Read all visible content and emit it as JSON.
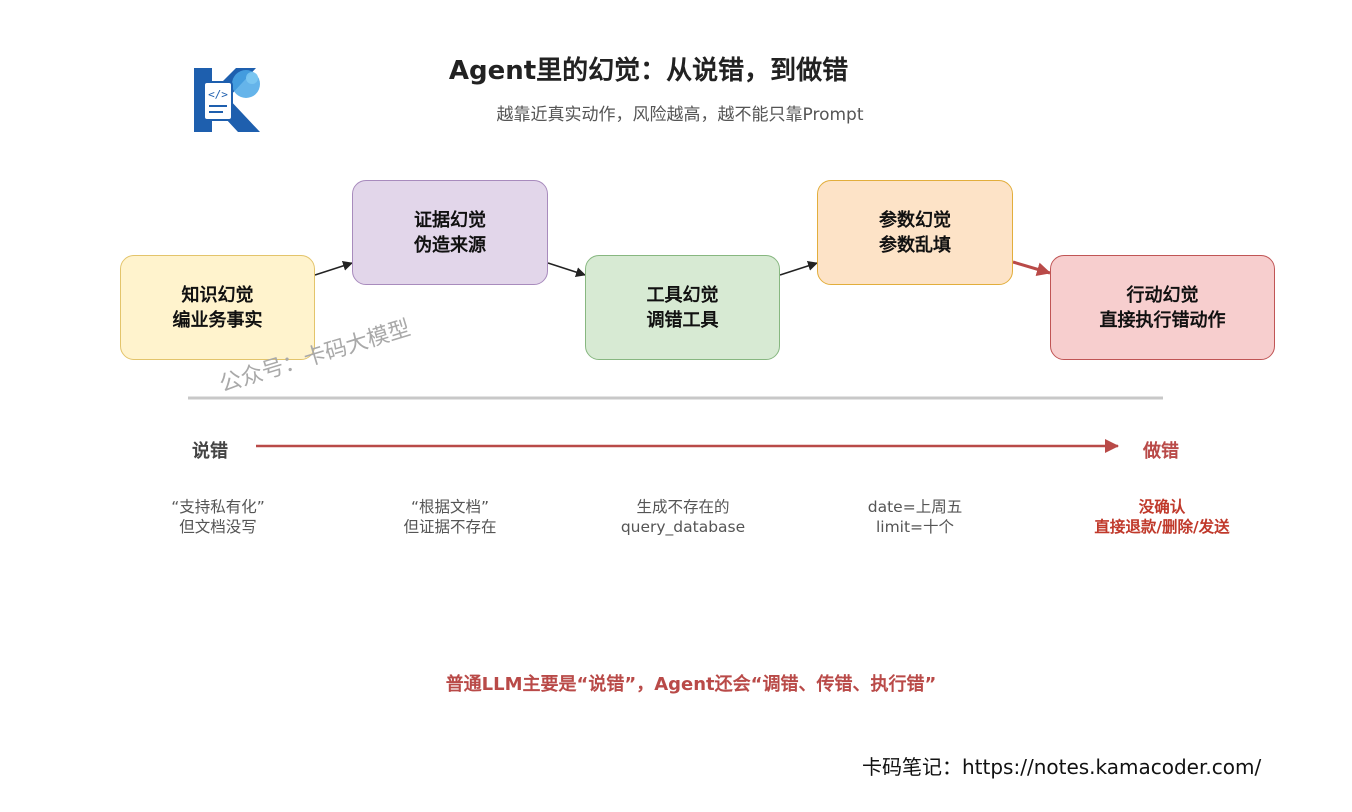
{
  "title": "Agent里的幻觉：从说错，到做错",
  "subtitle": "越靠近真实动作，风险越高，越不能只靠Prompt",
  "nodes": [
    {
      "line1": "知识幻觉",
      "line2": "编业务事实"
    },
    {
      "line1": "证据幻觉",
      "line2": "伪造来源"
    },
    {
      "line1": "工具幻觉",
      "line2": "调错工具"
    },
    {
      "line1": "参数幻觉",
      "line2": "参数乱填"
    },
    {
      "line1": "行动幻觉",
      "line2": "直接执行错动作"
    }
  ],
  "watermark": "公众号：卡码大模型",
  "axis": {
    "left": "说错",
    "right": "做错"
  },
  "examples": [
    {
      "line1": "“支持私有化”",
      "line2": "但文档没写"
    },
    {
      "line1": "“根据文档”",
      "line2": "但证据不存在"
    },
    {
      "line1": "生成不存在的",
      "line2": "query_database"
    },
    {
      "line1": "date=上周五",
      "line2": "limit=十个"
    },
    {
      "line1": "没确认",
      "line2": "直接退款/删除/发送"
    }
  ],
  "summary": "普通LLM主要是“说错”，Agent还会“调错、传错、执行错”",
  "footer": "卡码笔记：https://notes.kamacoder.com/",
  "colors": {
    "accent_red": "#b94a48",
    "knowledge": "#fff3cd",
    "evidence": "#e2d6ea",
    "tool": "#d7ead3",
    "parameter": "#fde3c7",
    "action": "#f7cece"
  },
  "logo": {
    "icon": "kamacoder-k-logo-icon"
  }
}
